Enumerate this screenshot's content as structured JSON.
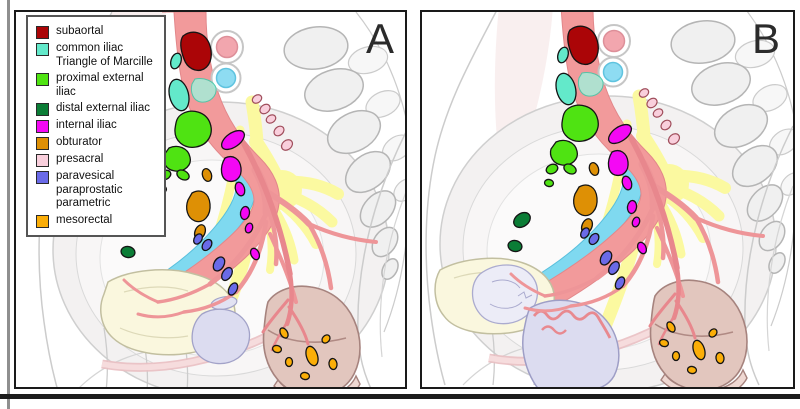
{
  "panels": [
    {
      "label": "A"
    },
    {
      "label": "B"
    }
  ],
  "legend": {
    "items": [
      {
        "label": "subaortal",
        "color": "#ab0507",
        "extra_lines": []
      },
      {
        "label": "common iliac",
        "color": "#63e9ca",
        "extra_lines": [
          "Triangle of Marcille"
        ]
      },
      {
        "label": "proximal external iliac",
        "color": "#4fe312",
        "extra_lines": []
      },
      {
        "label": "distal external iliac",
        "color": "#0b7d36",
        "extra_lines": []
      },
      {
        "label": "internal iliac",
        "color": "#f408f4",
        "extra_lines": []
      },
      {
        "label": "obturator",
        "color": "#de9005",
        "extra_lines": []
      },
      {
        "label": "presacral",
        "color": "#f9cfdc",
        "extra_lines": []
      },
      {
        "label": "paravesical",
        "color": "#6a6ae8",
        "extra_lines": [
          "paraprostatic",
          "parametric"
        ]
      },
      {
        "label": "mesorectal",
        "color": "#fbae08",
        "extra_lines": []
      }
    ]
  },
  "colors": {
    "subaortal": "#ab0507",
    "common_iliac": "#63e9ca",
    "proximal_external_iliac": "#4fe312",
    "distal_external_iliac": "#0b7d36",
    "internal_iliac": "#f408f4",
    "obturator": "#de9005",
    "presacral": "#f9cfdc",
    "paravesical": "#6a6ae8",
    "mesorectal": "#fbae08",
    "artery": "#f29a9b",
    "vein": "#7fd9f0",
    "nerve": "#fbf9a0",
    "bone": "#f0f0f0",
    "bladder": "#faf7de",
    "urogenital_organ": "#dcdcf0",
    "rectum": "#e2c6be"
  }
}
